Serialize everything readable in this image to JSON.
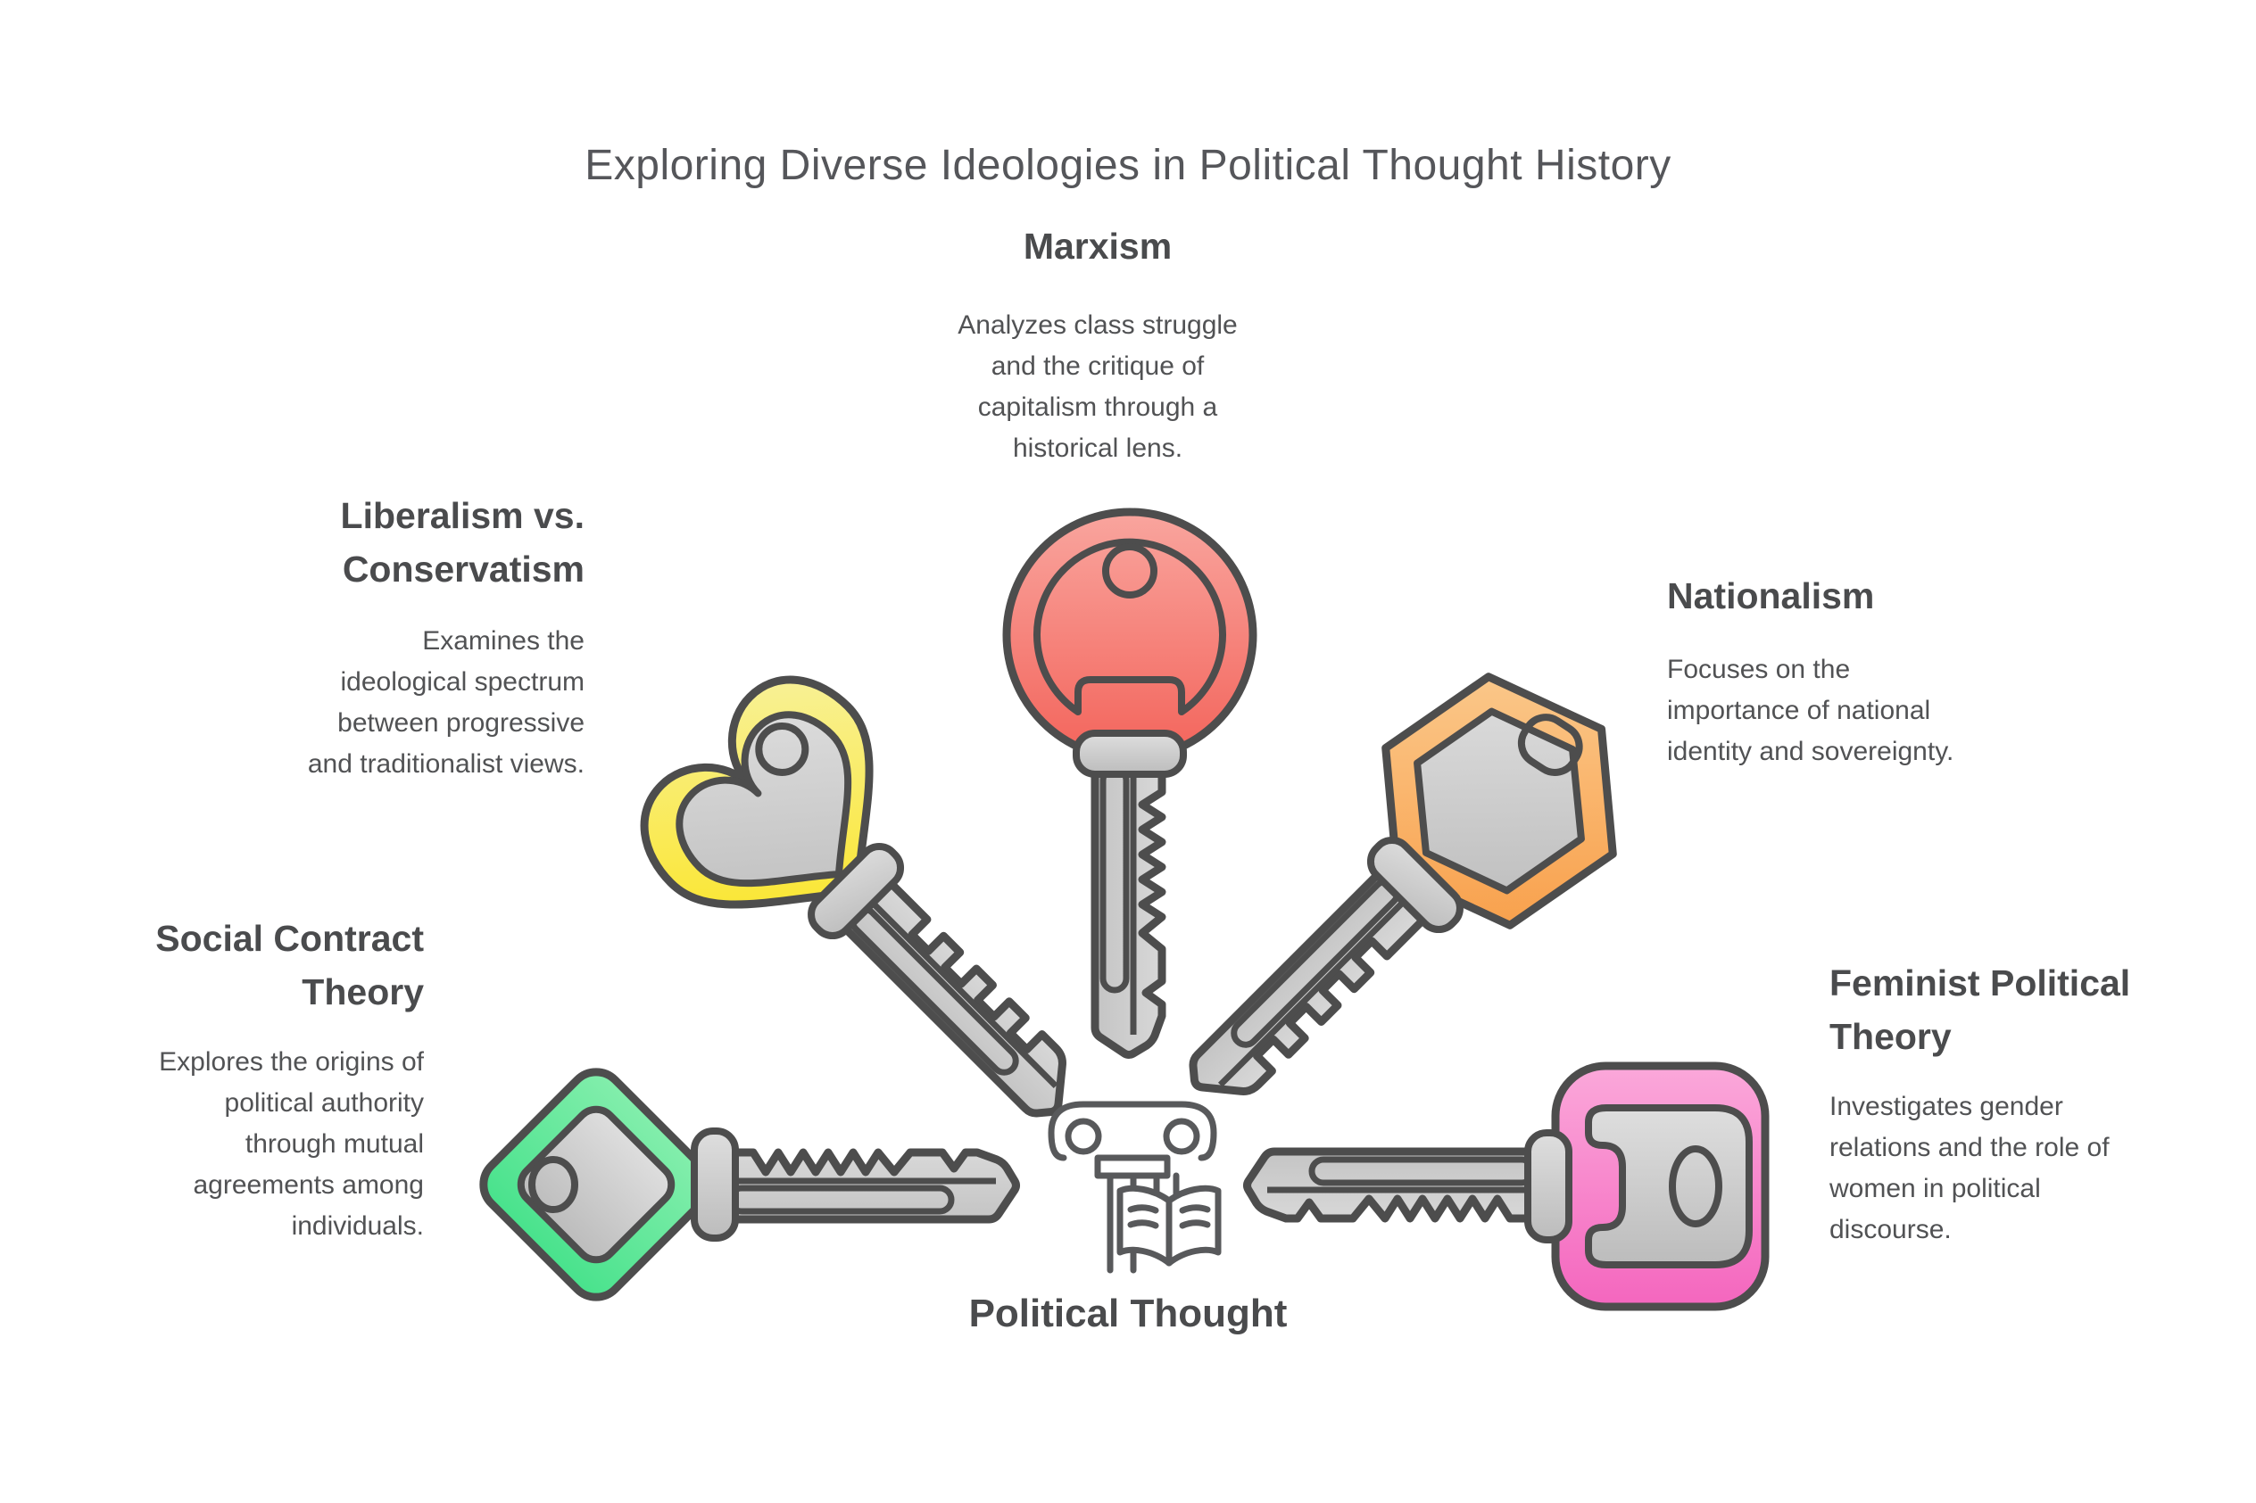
{
  "title": "Exploring Diverse Ideologies in Political Thought History",
  "center": {
    "label": "Political Thought",
    "icon": "column-and-book-icon"
  },
  "topics": {
    "marxism": {
      "heading_lines": [
        "Marxism"
      ],
      "body_lines": [
        "Analyzes class struggle",
        "and the critique of",
        "capitalism through a",
        "historical lens."
      ],
      "key_light": "#f9a59e",
      "key_dark": "#f3645b"
    },
    "liberalism": {
      "heading_lines": [
        "Liberalism vs.",
        "Conservatism"
      ],
      "body_lines": [
        "Examines the",
        "ideological spectrum",
        "between progressive",
        "and traditionalist views."
      ],
      "key_light": "#f8f2a0",
      "key_dark": "#fbe316"
    },
    "social_contract": {
      "heading_lines": [
        "Social Contract",
        "Theory"
      ],
      "body_lines": [
        "Explores the origins of",
        "political authority",
        "through mutual",
        "agreements among",
        "individuals."
      ],
      "key_light": "#83eeac",
      "key_dark": "#48e28c"
    },
    "nationalism": {
      "heading_lines": [
        "Nationalism"
      ],
      "body_lines": [
        "Focuses on the",
        "importance of national",
        "identity and sovereignty."
      ],
      "key_light": "#fbce94",
      "key_dark": "#f89a42"
    },
    "feminist": {
      "heading_lines": [
        "Feminist Political",
        "Theory"
      ],
      "body_lines": [
        "Investigates gender",
        "relations and the role of",
        "women in political",
        "discourse."
      ],
      "key_light": "#fba8da",
      "key_dark": "#f466be"
    }
  },
  "colors": {
    "stroke": "#4d4d4d",
    "icon_stroke": "#58595b",
    "title_text": "#55565a",
    "heading_text": "#4a4b4d",
    "body_text": "#515254",
    "metal_light": "#dedede",
    "metal_dark": "#bcbcbc"
  }
}
